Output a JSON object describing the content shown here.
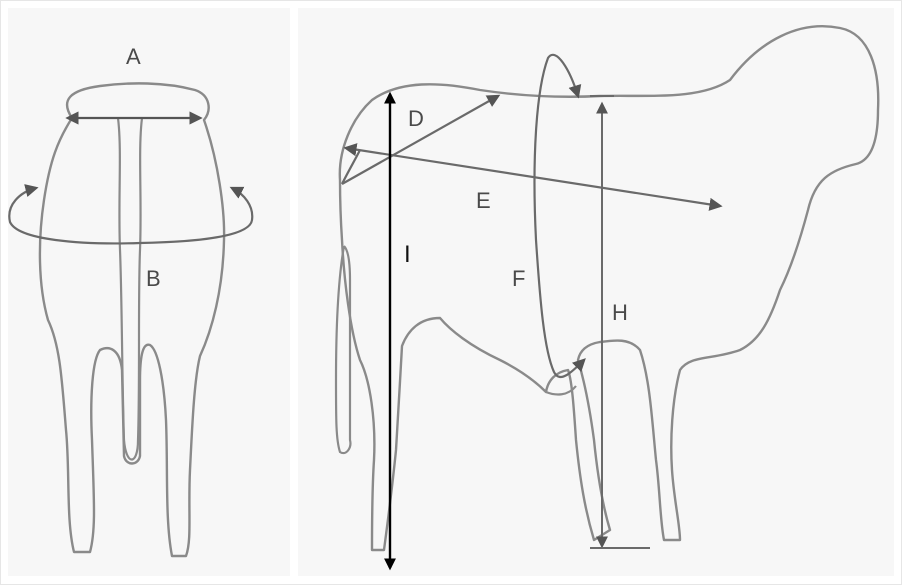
{
  "diagram": {
    "labels": {
      "A": "A",
      "B": "B",
      "D": "D",
      "E": "E",
      "F": "F",
      "H": "H",
      "I": "I"
    },
    "colors": {
      "outline": "#8a8a8a",
      "measure": "#6a6a6a",
      "height_arrow": "#000000",
      "background": "#f7f7f7"
    }
  }
}
